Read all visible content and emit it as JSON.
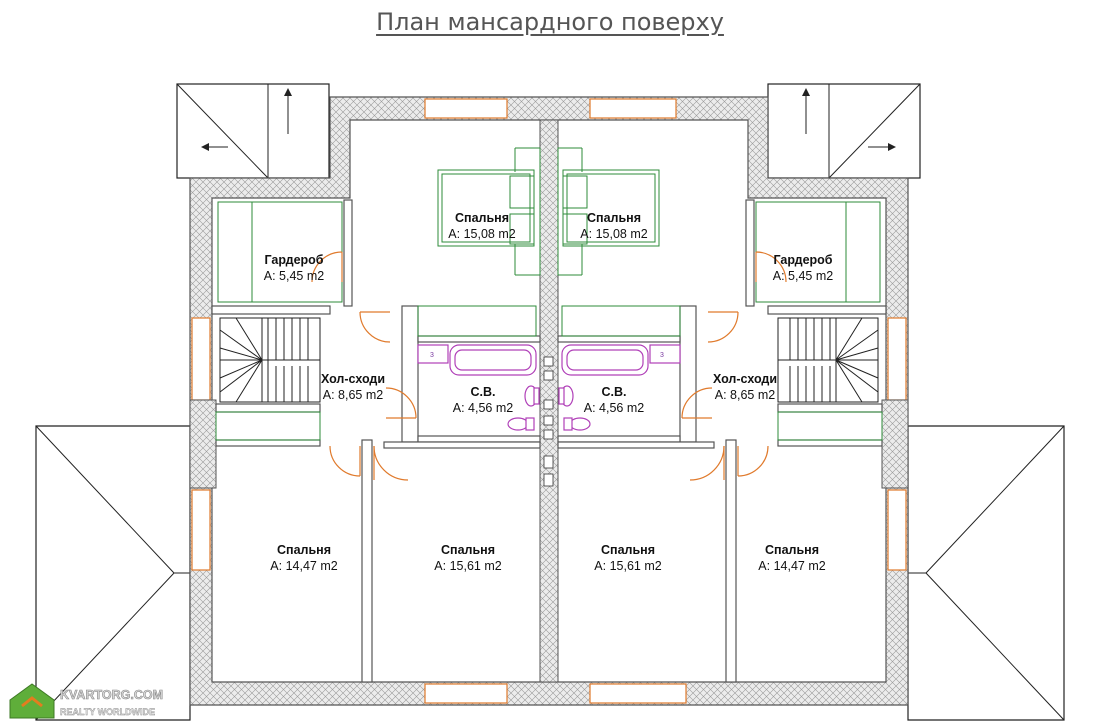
{
  "title": "План мансардного поверху",
  "rooms": [
    {
      "name": "Спальня",
      "area": "A: 15,08 m2"
    },
    {
      "name": "Спальня",
      "area": "A: 15,08 m2"
    },
    {
      "name": "Гардероб",
      "area": "A: 5,45 m2"
    },
    {
      "name": "Гардероб",
      "area": "A: 5,45 m2"
    },
    {
      "name": "Хол-сходи",
      "area": "A: 8,65 m2"
    },
    {
      "name": "Хол-сходи",
      "area": "A: 8,65 m2"
    },
    {
      "name": "С.В.",
      "area": "A: 4,56 m2"
    },
    {
      "name": "С.В.",
      "area": "A: 4,56 m2"
    },
    {
      "name": "Спальня",
      "area": "A: 14,47 m2"
    },
    {
      "name": "Спальня",
      "area": "A: 15,61 m2"
    },
    {
      "name": "Спальня",
      "area": "A: 15,61 m2"
    },
    {
      "name": "Спальня",
      "area": "A: 14,47 m2"
    }
  ],
  "bath_marks": [
    "3",
    "3"
  ],
  "watermark": {
    "main": "KVARTORG.COM",
    "sub": "REALTY WORLDWIDE",
    "colors": {
      "green": "#5fae3a",
      "orange": "#e37d1f"
    }
  },
  "colors": {
    "wall_fill": "#e6e6e6",
    "wall_line": "#555555",
    "furniture": "#2e8b3a",
    "fixtures": "#b040b8",
    "doors": "#e07a2c"
  }
}
